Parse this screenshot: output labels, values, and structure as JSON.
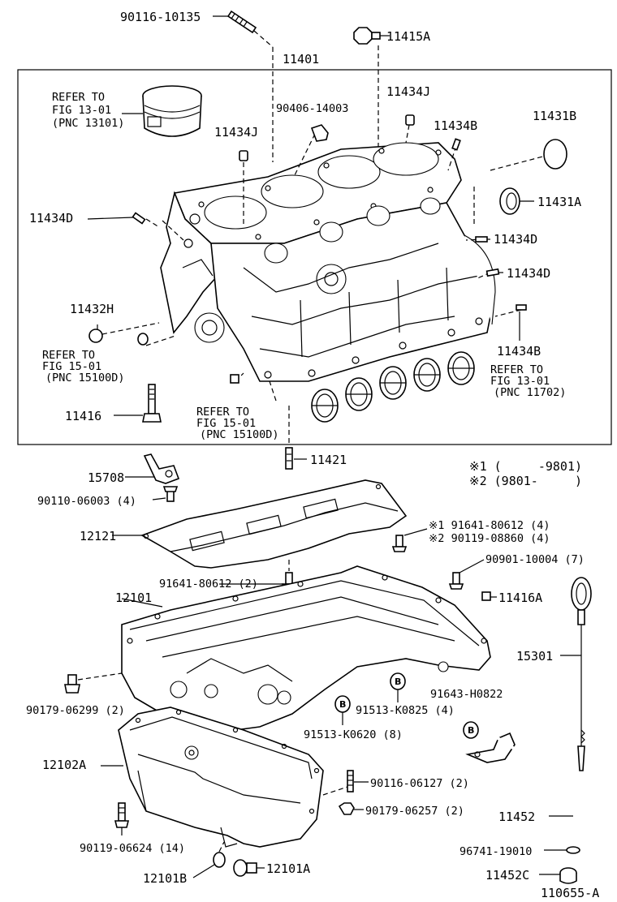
{
  "labels": {
    "p90116_10135": "90116-10135",
    "p11415A": "11415A",
    "p11401": "11401",
    "refer_fig13_a1": "REFER TO",
    "refer_fig13_a2": "FIG 13-01",
    "refer_fig13_a3": "(PNC 13101)",
    "p90406_14003": "90406-14003",
    "p11434J_a": "11434J",
    "p11434J_b": "11434J",
    "p11434B_a": "11434B",
    "p11431B": "11431B",
    "p11431A": "11431A",
    "p11434D_a": "11434D",
    "p11434D_b": "11434D",
    "p11434D_c": "11434D",
    "p11432H": "11432H",
    "refer_fig15_a1": "REFER TO",
    "refer_fig15_a2": "FIG 15-01",
    "refer_fig15_a3": "(PNC 15100D)",
    "p11434B_b": "11434B",
    "refer_fig13_b1": "REFER TO",
    "refer_fig13_b2": "FIG 13-01",
    "refer_fig13_b3": "(PNC 11702)",
    "p11416": "11416",
    "refer_fig15_b1": "REFER TO",
    "refer_fig15_b2": "FIG 15-01",
    "refer_fig15_b3": "(PNC 15100D)",
    "p11421": "11421",
    "p15708": "15708",
    "note1": "※1 (     -9801)",
    "note2": "※2 (9801-     )",
    "p90110_06003": "90110-06003 (4)",
    "p12121": "12121",
    "p91641_80612_4": "※1 91641-80612 (4)",
    "p90119_08860": "※2 90119-08860 (4)",
    "p90901_10004": "90901-10004 (7)",
    "p91641_80612_2": "91641-80612 (2)",
    "p12101": "12101",
    "p11416A": "11416A",
    "p15301": "15301",
    "p90179_06299": "90179-06299 (2)",
    "p91513_K0825": "91513-K0825 (4)",
    "p91643_H0822": "91643-H0822",
    "p91513_K0620": "91513-K0620 (8)",
    "p12102A": "12102A",
    "p90116_06127": "90116-06127 (2)",
    "p90179_06257": "90179-06257 (2)",
    "p11452": "11452",
    "p90119_06624": "90119-06624 (14)",
    "p96741_19010": "96741-19010",
    "p12101B": "12101B",
    "p12101A": "12101A",
    "p11452C": "11452C",
    "figure_id": "110655-A",
    "marker_b": "B"
  }
}
